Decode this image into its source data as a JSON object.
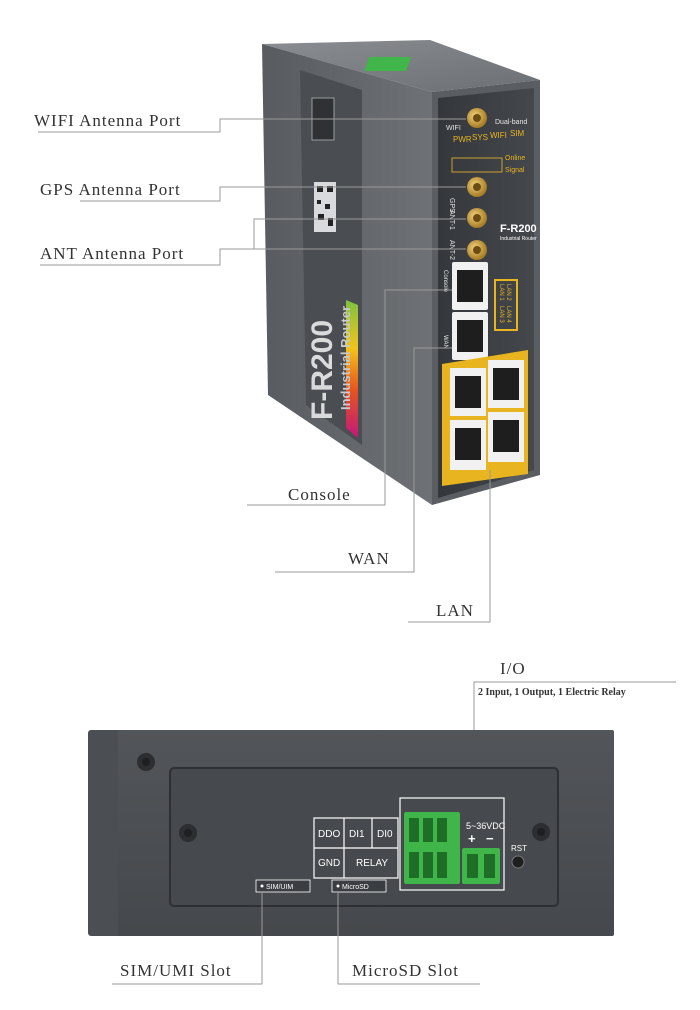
{
  "top_view": {
    "callouts": {
      "wifi": "WIFI Antenna Port",
      "gps": "GPS Antenna Port",
      "ant": "ANT Antenna Port",
      "console": "Console",
      "wan": "WAN",
      "lan": "LAN"
    },
    "device": {
      "model": "F-R200",
      "subtitle": "Industrial Router",
      "face_model": "F-R200",
      "face_subtitle": "Industrial Router",
      "dual_band": "Dual-band",
      "wifi_label": "WIFI",
      "led_labels": [
        "PWR",
        "SYS",
        "WIFI",
        "SIM"
      ],
      "online": "Online",
      "signal": "Signal",
      "gps_label": "GPS",
      "ant1_label": "ANT-1",
      "ant2_label": "ANT-2",
      "console_label": "Console",
      "wan_label": "WAN",
      "lan_labels": [
        "LAN 1",
        "LAN 2",
        "LAN 3",
        "LAN 4"
      ]
    }
  },
  "bottom_view": {
    "io_title": "I/O",
    "io_desc": "2 Input, 1 Output, 1 Electric Relay",
    "terminal_labels": {
      "ddo": "DDO",
      "di1": "DI1",
      "di0": "DI0",
      "gnd": "GND",
      "relay": "RELAY"
    },
    "power": "5~36VDC",
    "plus": "+",
    "minus": "−",
    "rst": "RST",
    "sim_tag": "SIM/UIM",
    "sd_tag": "MicroSD",
    "callouts": {
      "sim": "SIM/UMI Slot",
      "sd": "MicroSD Slot"
    }
  },
  "colors": {
    "body": "#5d6064",
    "face": "#3c3f43",
    "yellow": "#e8b520",
    "green": "#3fb54a",
    "brass": "#c8a040"
  }
}
